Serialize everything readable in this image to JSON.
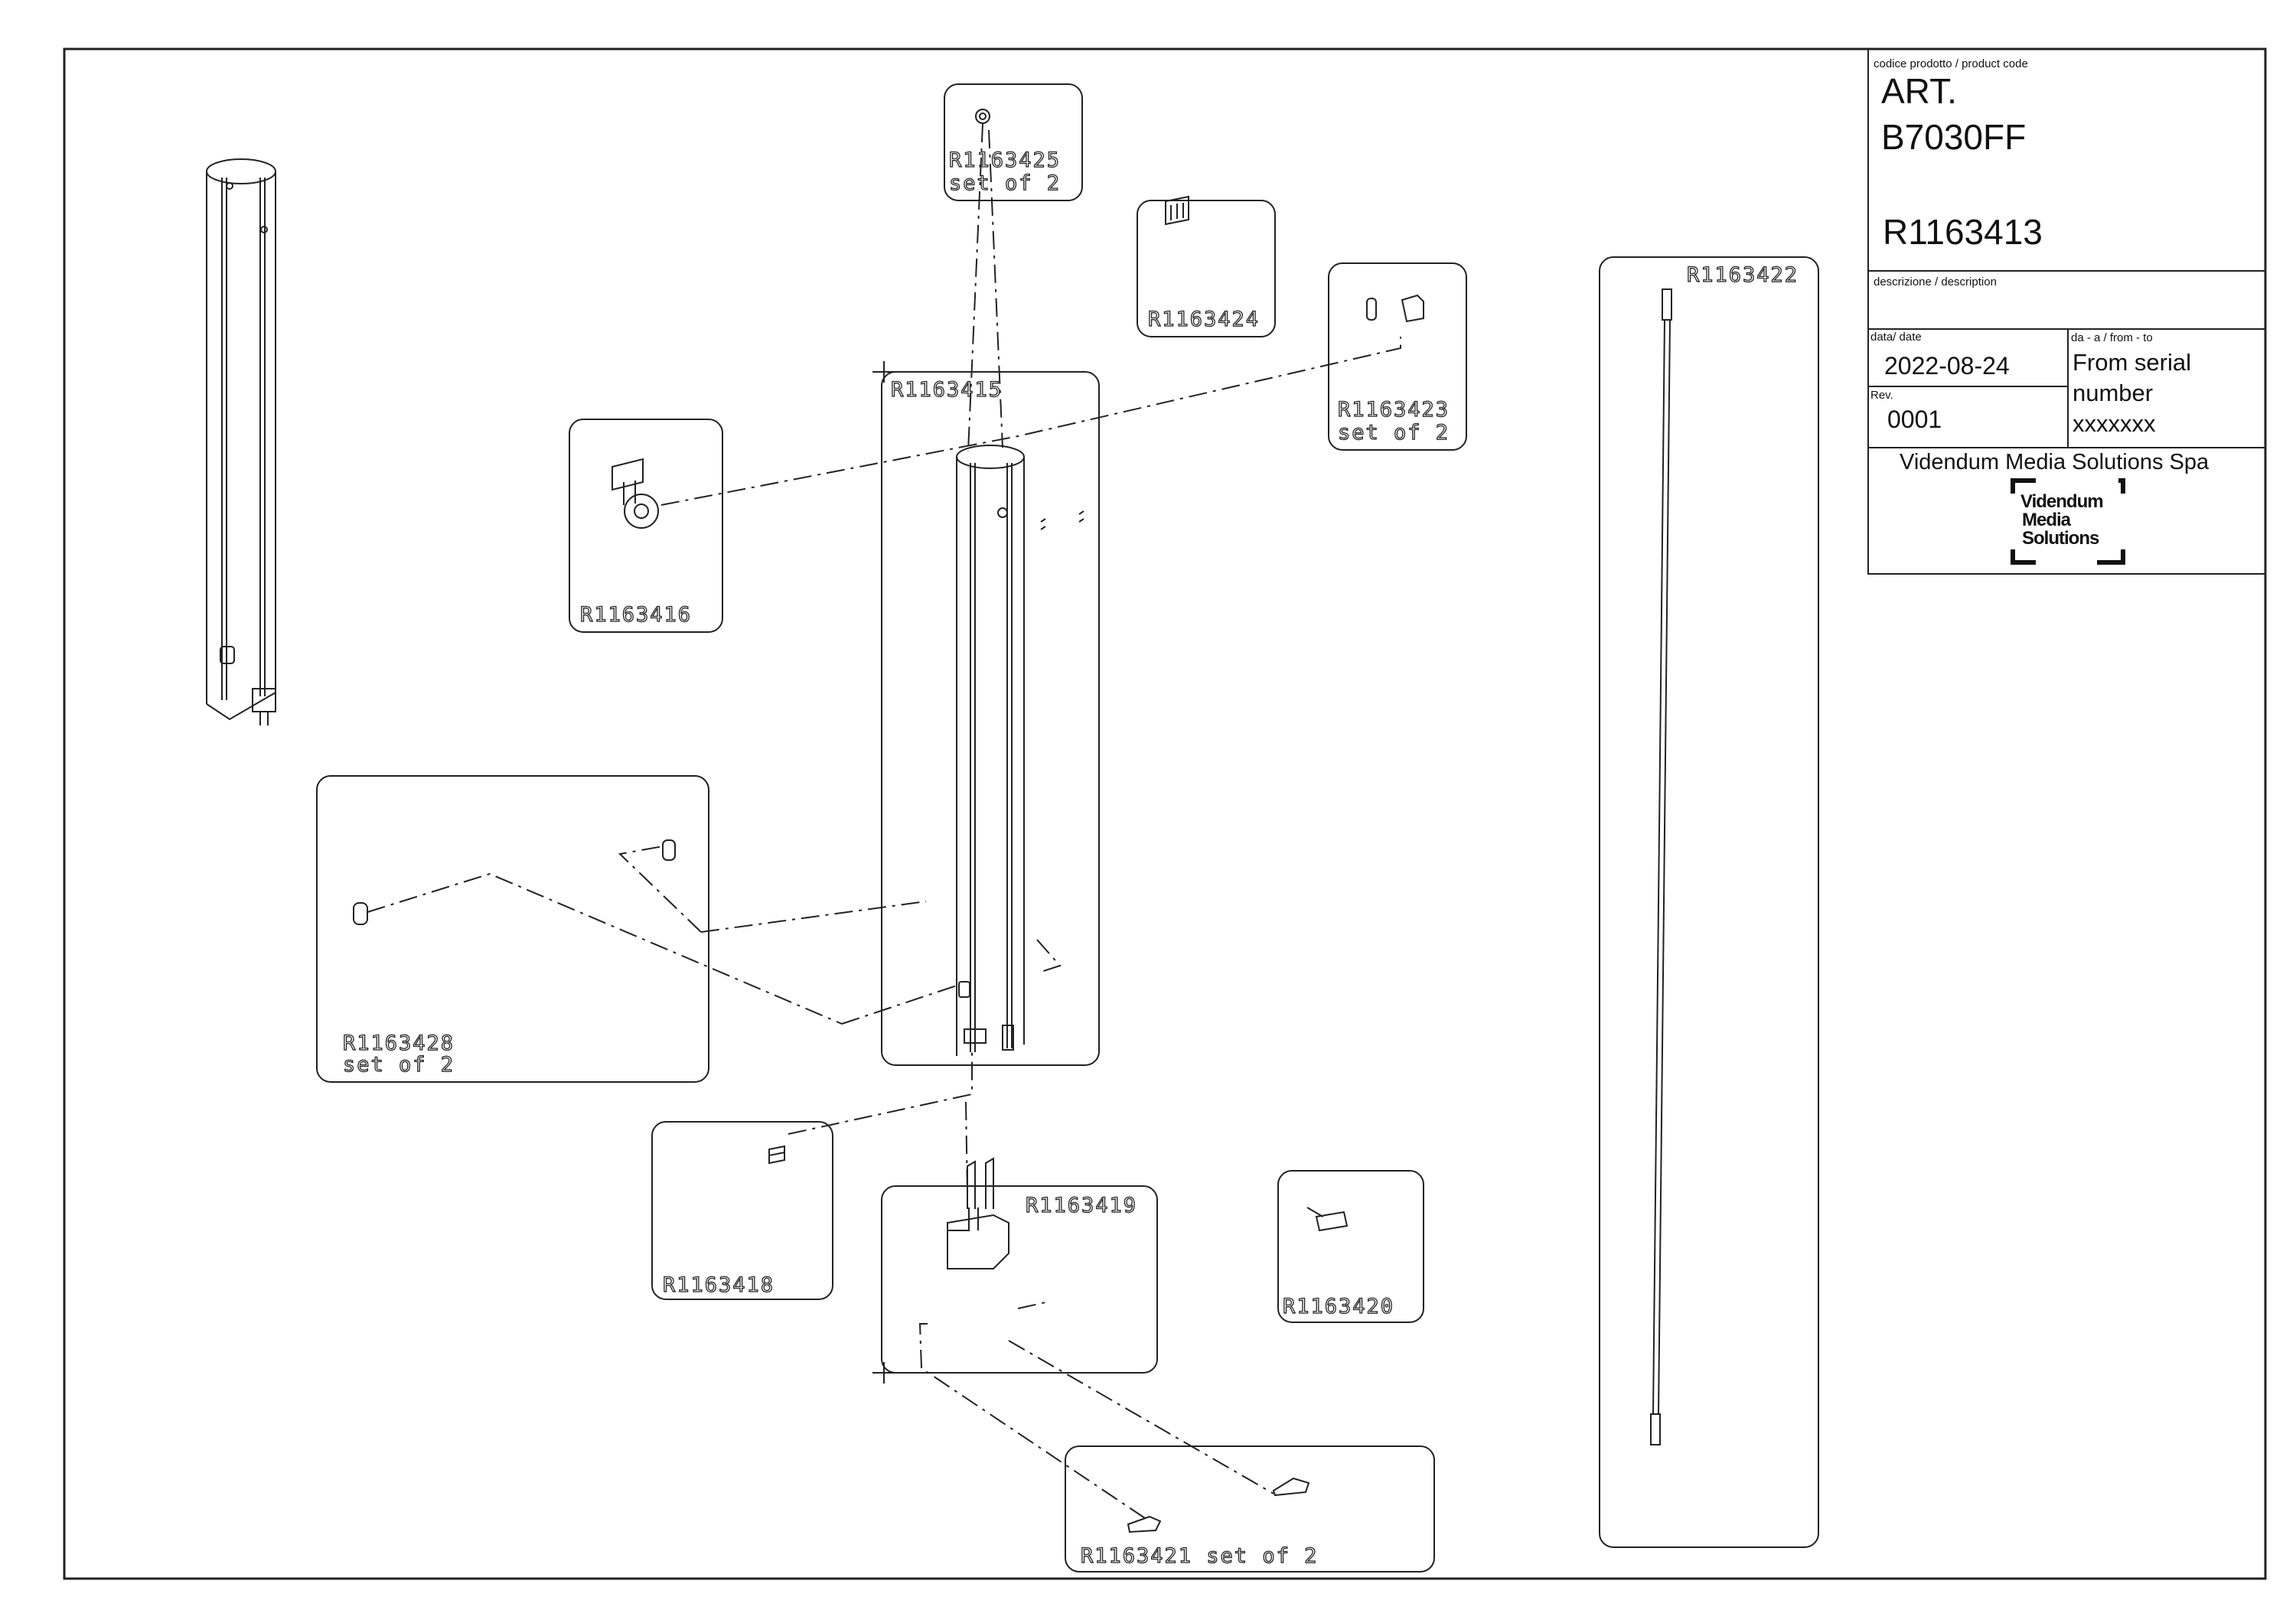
{
  "title_block": {
    "product_code_label": "codice prodotto / product code",
    "art_label": "ART.",
    "art_number": "B7030FF",
    "drawing_code": "R1163413",
    "description_label": "descrizione / description",
    "date_label": "data/ date",
    "date_value": "2022-08-24",
    "range_label": "da - a / from - to",
    "range_line1": "From serial",
    "range_line2": "number",
    "range_line3": "xxxxxxx",
    "rev_label": "Rev.",
    "rev_value": "0001",
    "company": "Videndum Media Solutions Spa",
    "logo_line1": "Videndum",
    "logo_line2": "Media",
    "logo_line3": "Solutions"
  },
  "parts": {
    "p425_code": "R1163425",
    "p425_note": "set of 2",
    "p424_code": "R1163424",
    "p423_code": "R1163423",
    "p423_note": "set of 2",
    "p415_code": "R1163415",
    "p416_code": "R1163416",
    "p422_code": "R1163422",
    "p428_code": "R1163428",
    "p428_note": "set of 2",
    "p418_code": "R1163418",
    "p419_code": "R1163419",
    "p420_code": "R1163420",
    "p421_label": "R1163421 set of 2"
  },
  "colors": {
    "line": "#222222",
    "background": "#ffffff"
  }
}
